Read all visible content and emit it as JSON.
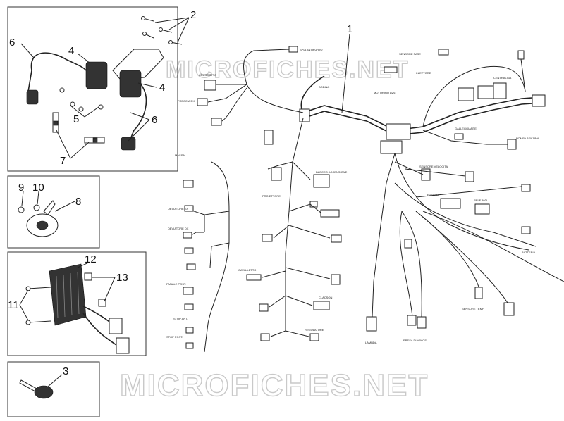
{
  "watermark": {
    "bottom_text": "MICROFICHES.NET",
    "top_text": "MICROFICHES.NET"
  },
  "callouts": {
    "n1": "1",
    "n2": "2",
    "n3": "3",
    "n4a": "4",
    "n4b": "4",
    "n5": "5",
    "n6a": "6",
    "n6b": "6",
    "n7": "7",
    "n8": "8",
    "n9": "9",
    "n10": "10",
    "n11": "11",
    "n12": "12",
    "n13": "13"
  },
  "connector_labels": [
    "SPIA ANTIFURTO",
    "CRUSCOTTO",
    "FRECCIA DX",
    "SENSORE FASE",
    "INIETTORE",
    "MOTORINO AVV.",
    "BLOCCO ACCENSIONE",
    "BOBINA",
    "DEVIATORE SX",
    "DEVIATORE DX",
    "CENTRALINA",
    "POMPA BENZINA",
    "GALLEGGIANTE",
    "MASSA",
    "PROIETTORE",
    "SENSORE VELOCITA",
    "RELE AVV.",
    "FUSIBILI",
    "REGOLATORE",
    "CLACSON",
    "FANALE POST.",
    "STOP POST.",
    "STOP ANT.",
    "SENSORE TEMP.",
    "CAVALLETTO",
    "LAMBDA",
    "BATTERIA",
    "PRESA DIAGNOSI"
  ]
}
